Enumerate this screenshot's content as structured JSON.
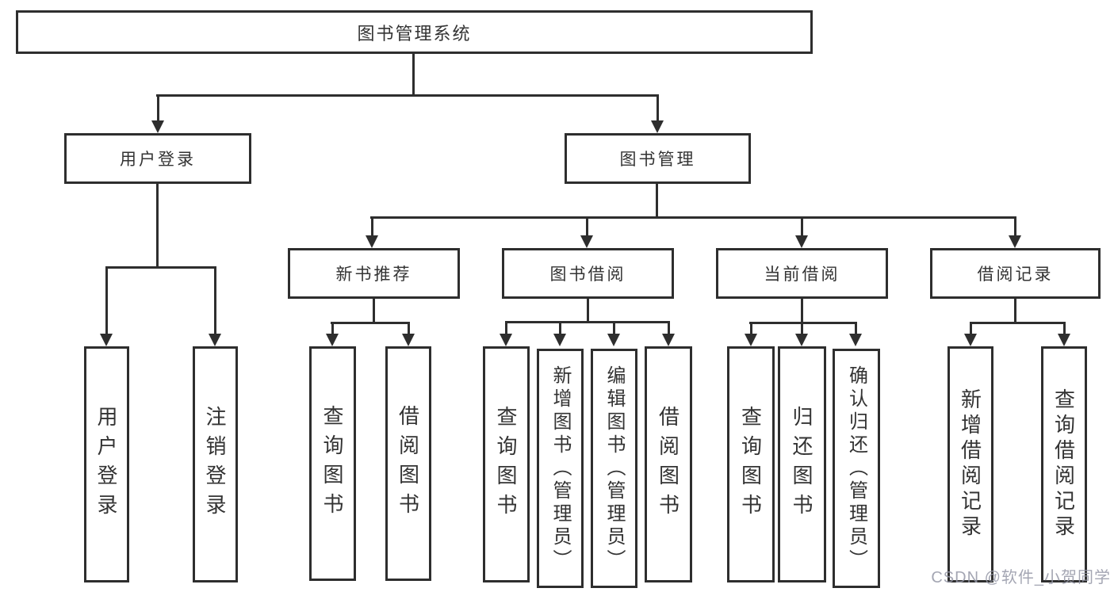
{
  "nodes": {
    "root": "图书管理系统",
    "level2": {
      "user_login": "用户登录",
      "book_mgmt": "图书管理"
    },
    "level3": {
      "new_books": "新书推荐",
      "book_borrow": "图书借阅",
      "current_borrow": "当前借阅",
      "borrow_records": "借阅记录"
    },
    "leaves": {
      "user_login": [
        "用户登录",
        "注销登录"
      ],
      "new_books": [
        "查询图书",
        "借阅图书"
      ],
      "book_borrow": [
        "查询图书",
        "新增图书（管理员）",
        "编辑图书（管理员）",
        "借阅图书"
      ],
      "current_borrow": [
        "查询图书",
        "归还图书",
        "确认归还（管理员）"
      ],
      "borrow_records": [
        "新增借阅记录",
        "查询借阅记录"
      ]
    }
  },
  "watermark": "CSDN @软件_小贺同学",
  "colors": {
    "line": "#2e2e2e",
    "text": "#333333",
    "background": "#ffffff",
    "watermark": "#9496a6"
  }
}
